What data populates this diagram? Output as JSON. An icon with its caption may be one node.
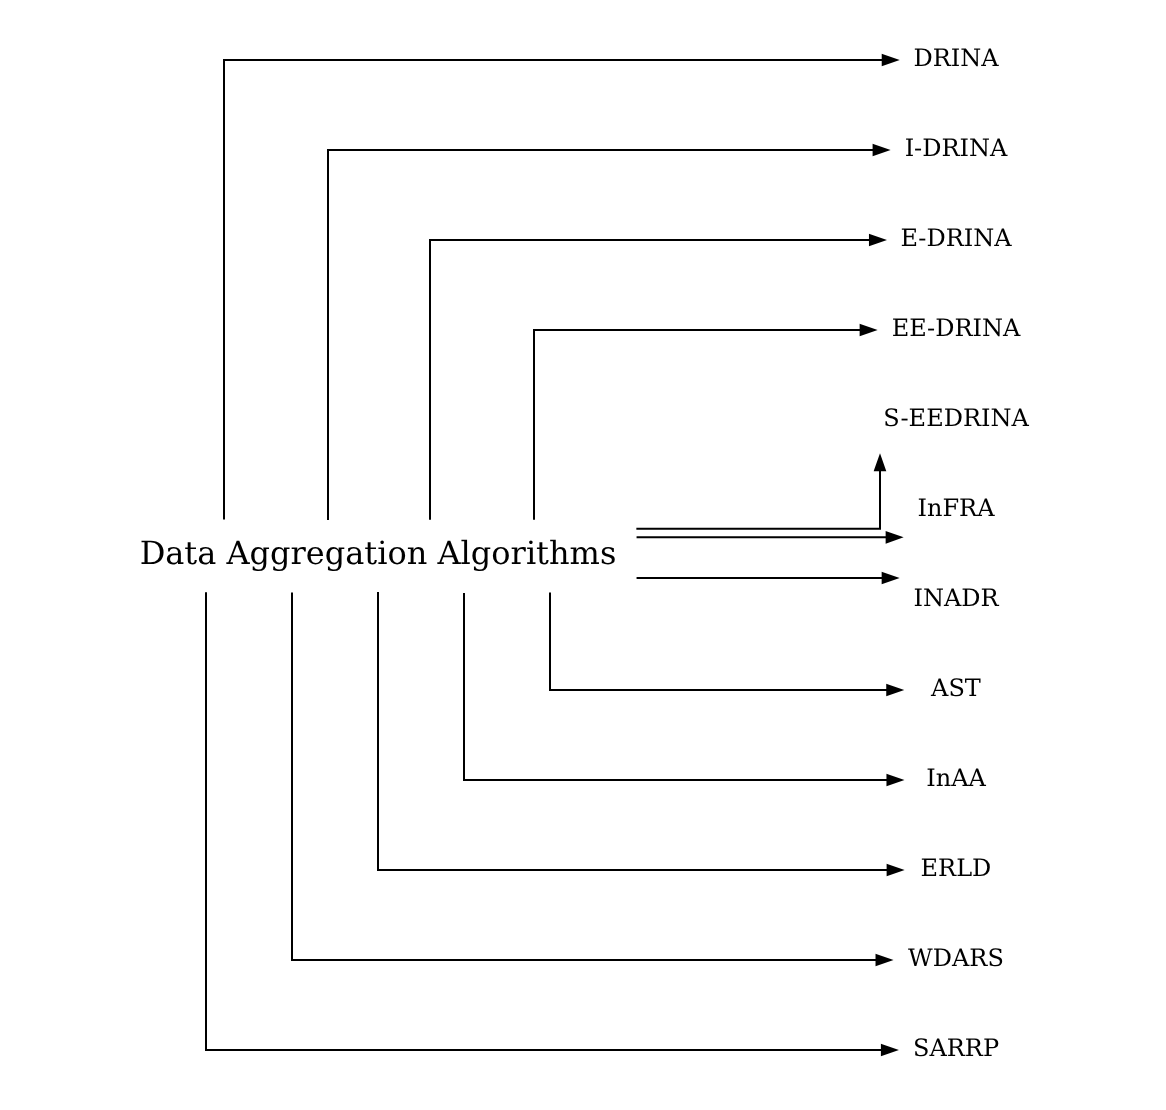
{
  "diagram": {
    "nodes": [
      {
        "text": [
          "Data Aggregation Algorithms"
        ]
      },
      {
        "text": [
          "DRINA"
        ]
      },
      {
        "text": [
          "I-DRINA"
        ]
      },
      {
        "text": [
          "E-DRINA"
        ]
      },
      {
        "text": [
          "EE-DRINA"
        ]
      },
      {
        "text": [
          "S-EEDRINA"
        ]
      },
      {
        "text": [
          "InFRA"
        ]
      },
      {
        "text": [
          "INADR"
        ]
      },
      {
        "text": [
          "AST"
        ]
      },
      {
        "text": [
          "InAA"
        ]
      },
      {
        "text": [
          "ERLD"
        ]
      },
      {
        "text": [
          "WDARS"
        ]
      },
      {
        "text": [
          "SARRP"
        ]
      }
    ],
    "edges": [
      {
        "from": 0,
        "to": 1,
        "arrow": "to"
      },
      {
        "from": 0,
        "to": 2,
        "arrow": "to"
      },
      {
        "from": 0,
        "to": 3,
        "arrow": "to"
      },
      {
        "from": 0,
        "to": 4,
        "arrow": "to"
      },
      {
        "from": 0,
        "to": 5,
        "arrow": "to"
      },
      {
        "from": 0,
        "to": 6,
        "arrow": "to"
      },
      {
        "from": 0,
        "to": 7,
        "arrow": "to"
      },
      {
        "from": 0,
        "to": 8,
        "arrow": "to"
      },
      {
        "from": 0,
        "to": 9,
        "arrow": "to"
      },
      {
        "from": 0,
        "to": 10,
        "arrow": "to"
      },
      {
        "from": 0,
        "to": 11,
        "arrow": "to"
      },
      {
        "from": 0,
        "to": 12,
        "arrow": "to"
      }
    ]
  }
}
